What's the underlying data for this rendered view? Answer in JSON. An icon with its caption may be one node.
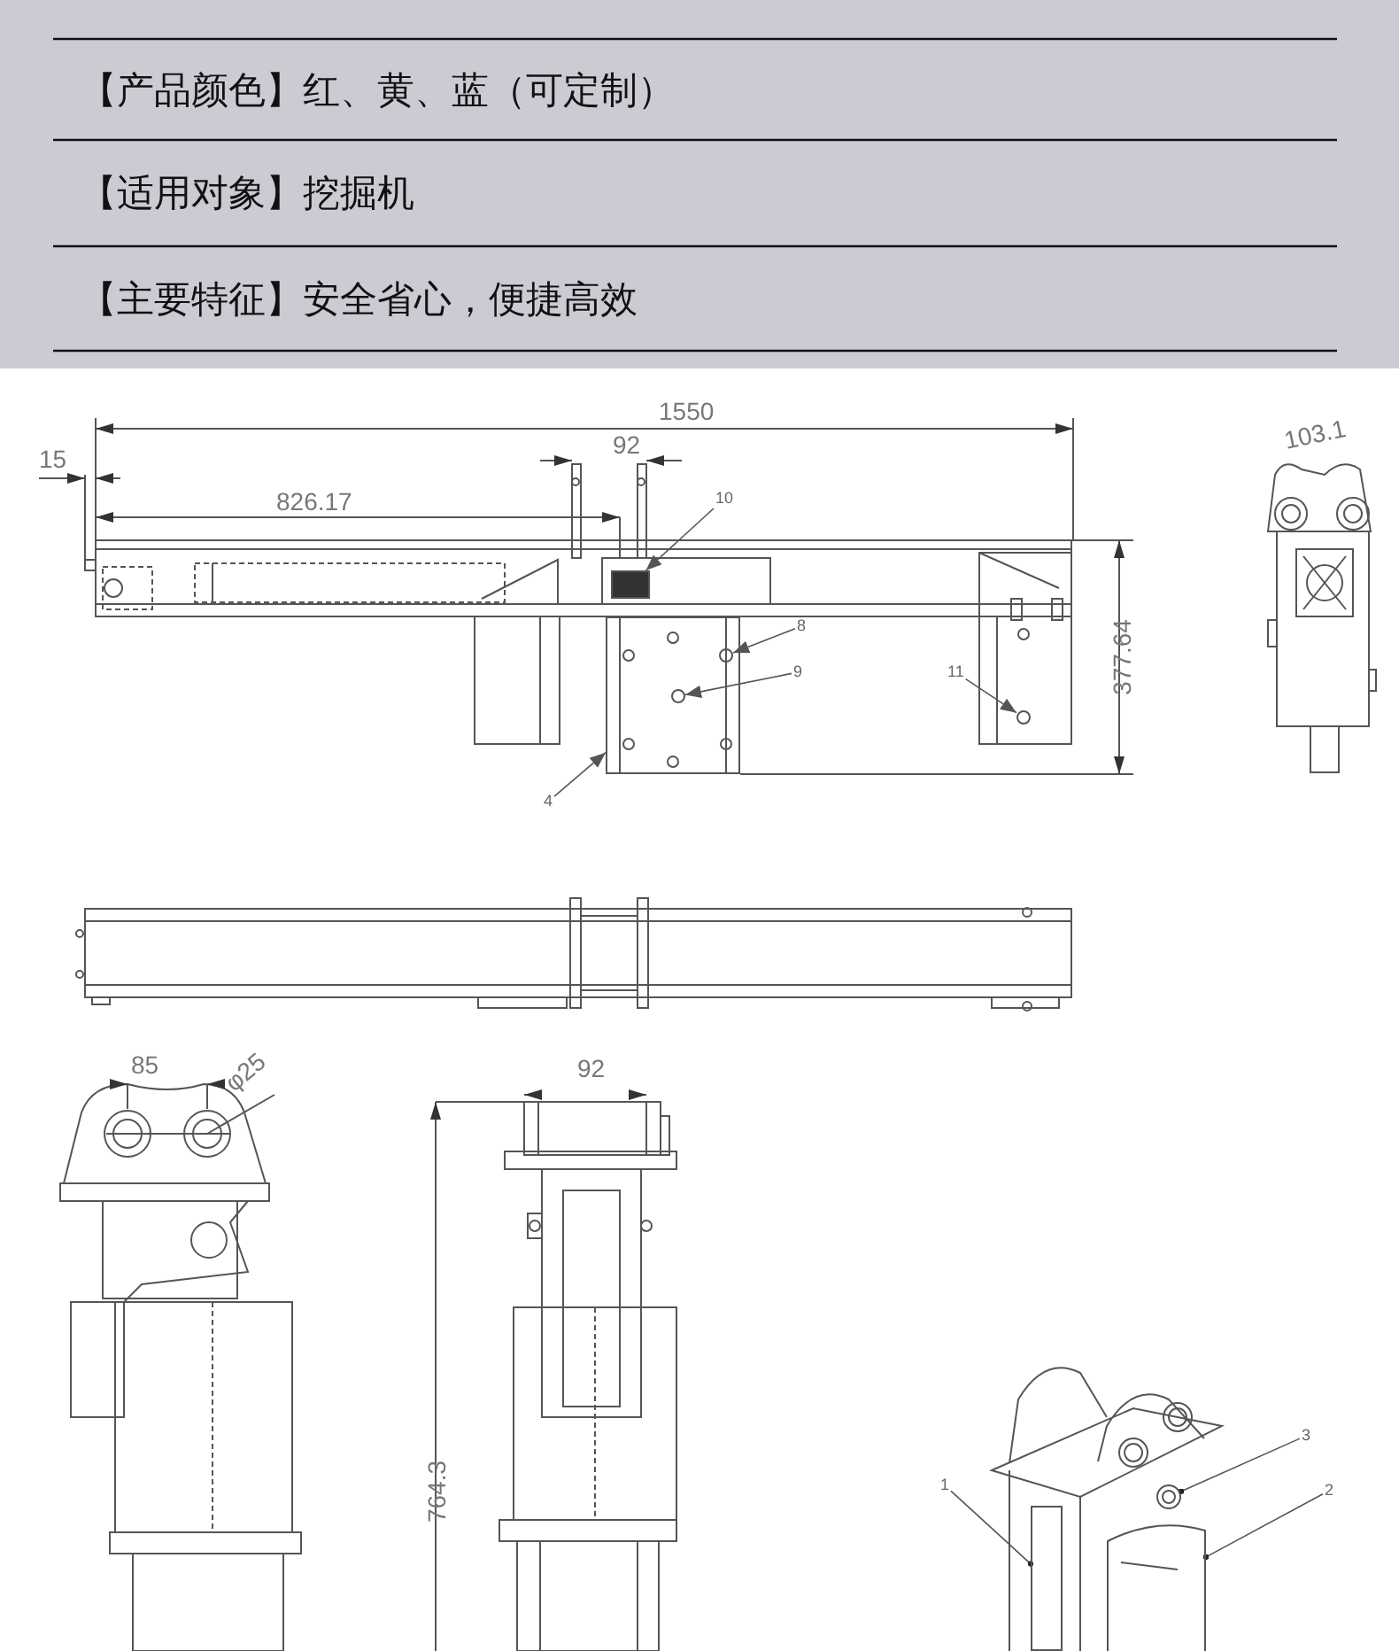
{
  "diagram": {
    "nodes": [
      {
        "text": [
          "10"
        ]
      },
      {
        "text": [
          "8"
        ]
      },
      {
        "text": [
          "9"
        ]
      },
      {
        "text": [
          "11"
        ]
      },
      {
        "text": [
          "4"
        ]
      },
      {
        "text": [
          "3"
        ]
      },
      {
        "text": [
          "1"
        ]
      },
      {
        "text": [
          "2"
        ]
      },
      {
        "text": [],
        "shape": "box"
      },
      {
        "text": [],
        "shape": "box"
      },
      {
        "text": [],
        "shape": "circle",
        "in": 9
      },
      {
        "text": [],
        "shape": "circle",
        "in": 9
      },
      {
        "text": [],
        "shape": "circle"
      },
      {
        "text": [],
        "shape": "circle"
      },
      {
        "text": [],
        "shape": "box"
      },
      {
        "text": [],
        "shape": "cylinder"
      }
    ],
    "edges": [
      {
        "from": 0,
        "to": 8,
        "arrow": "to"
      },
      {
        "from": 1,
        "to": 10,
        "arrow": "to"
      },
      {
        "from": 2,
        "to": 11,
        "arrow": "to"
      },
      {
        "from": 3,
        "to": 12,
        "arrow": "to"
      },
      {
        "from": 4,
        "to": 9,
        "arrow": "to"
      },
      {
        "from": 5,
        "to": 13,
        "arrow": "other"
      },
      {
        "from": 6,
        "to": 14,
        "arrow": "other"
      },
      {
        "from": 7,
        "to": 15,
        "arrow": "other"
      }
    ],
    "labels": [
      "【产品颜色】红、黄、蓝（可定制）",
      "【适用对象】挖掘机",
      "【主要特征】安全省心，便捷高效",
      "1550",
      "103.1",
      "92",
      "15",
      "826.17",
      "377.64",
      "85",
      "φ25",
      "92",
      "764.3"
    ]
  }
}
